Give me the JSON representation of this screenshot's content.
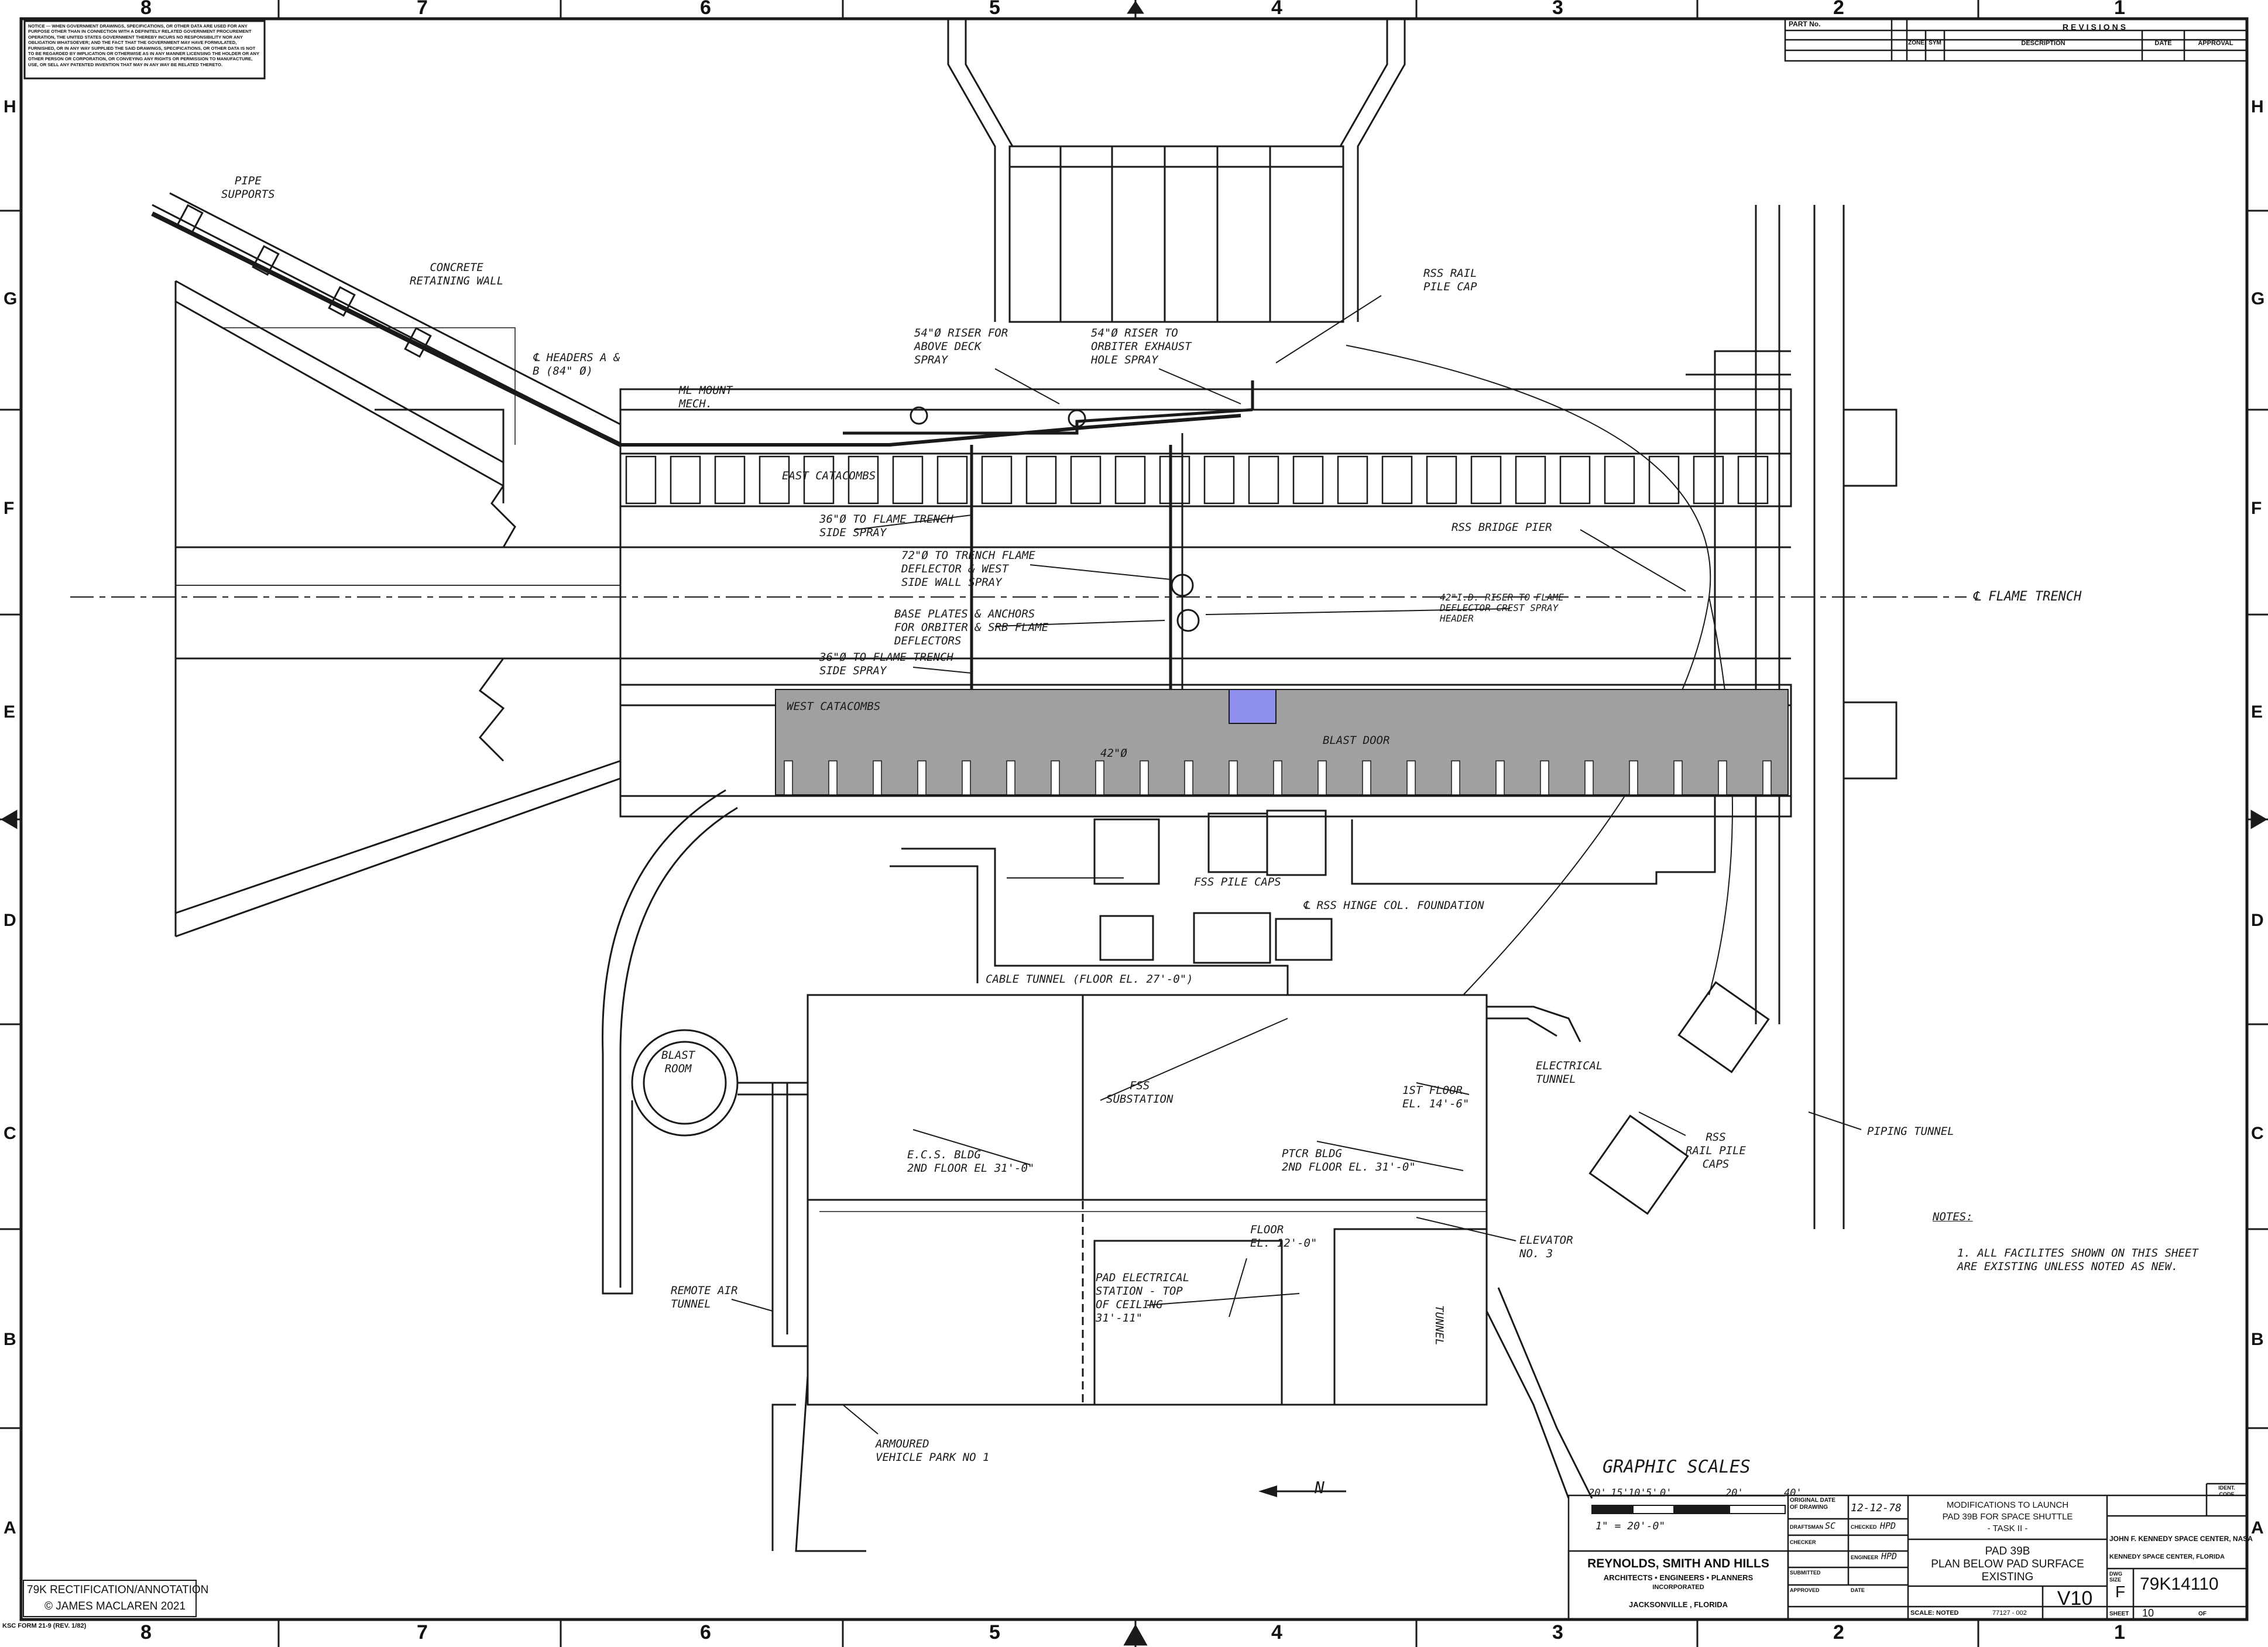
{
  "grid": {
    "columns": [
      "8",
      "7",
      "6",
      "5",
      "4",
      "3",
      "2",
      "1"
    ],
    "rows": [
      "H",
      "G",
      "F",
      "E",
      "D",
      "C",
      "B",
      "A"
    ]
  },
  "disclaimer": "NOTICE — WHEN GOVERNMENT DRAWINGS, SPECIFICATIONS, OR OTHER DATA ARE USED FOR ANY PURPOSE OTHER THAN IN CONNECTION WITH A DEFINITELY RELATED GOVERNMENT PROCUREMENT OPERATION, THE UNITED STATES GOVERNMENT THEREBY INCURS NO RESPONSIBILITY NOR ANY OBLIGATION WHATSOEVER; AND THE FACT THAT THE GOVERNMENT MAY HAVE FORMULATED, FURNISHED, OR IN ANY WAY SUPPLIED THE SAID DRAWINGS, SPECIFICATIONS, OR OTHER DATA IS NOT TO BE REGARDED BY IMPLICATION OR OTHERWISE AS IN ANY MANNER LICENSING THE HOLDER OR ANY OTHER PERSON OR CORPORATION, OR CONVEYING ANY RIGHTS OR PERMISSION TO MANUFACTURE, USE, OR SELL ANY PATENTED INVENTION THAT MAY IN ANY WAY BE RELATED THERETO.",
  "revisions": {
    "part_no": "PART No.",
    "title": "REVISIONS",
    "cols": [
      "ZONE",
      "SYM",
      "DESCRIPTION",
      "DATE",
      "APPROVAL"
    ]
  },
  "labels": {
    "pipe_supports": "PIPE\nSUPPORTS",
    "retaining_wall": "CONCRETE\nRETAINING WALL",
    "headers": "℄ HEADERS A &\nB (84\" Ø)",
    "ml_mount": "ML MOUNT\nMECH.",
    "riser_above_deck": "54\"Ø RISER FOR\nABOVE DECK\nSPRAY",
    "riser_orbiter": "54\"Ø RISER TO\nORBITER EXHAUST\nHOLE SPRAY",
    "rss_rail_pile_cap": "RSS RAIL\nPILE CAP",
    "east_catacombs": "EAST CATACOMBS",
    "flame_trench_side_spray_1": "36\"Ø TO FLAME TRENCH\nSIDE SPRAY",
    "deflector_spray": "72\"Ø TO TRENCH FLAME\nDEFLECTOR & WEST\nSIDE WALL SPRAY",
    "base_plates": "BASE PLATES & ANCHORS\nFOR ORBITER & SRB FLAME\nDEFLECTORS",
    "flame_trench_side_spray_2": "36\"Ø TO FLAME TRENCH\nSIDE SPRAY",
    "rss_bridge_pier": "RSS BRIDGE PIER",
    "riser_crest": "42\"I.D. RISER TO FLAME\nDEFLECTOR CREST SPRAY\nHEADER",
    "flame_trench": "℄ FLAME TRENCH",
    "west_catacombs": "WEST CATACOMBS",
    "dia_42": "42\"Ø",
    "blast_door": "BLAST DOOR",
    "fss_pile_caps": "FSS PILE CAPS",
    "rss_hinge": "℄ RSS HINGE COL. FOUNDATION",
    "cable_tunnel": "CABLE TUNNEL (FLOOR EL. 27'-0\")",
    "blast_room": "BLAST\nROOM",
    "fss_substation": "FSS\nSUBSTATION",
    "first_floor": "1st FLOOR\nEL. 14'-6\"",
    "electrical_tunnel": "ELECTRICAL\nTUNNEL",
    "ecs_bldg": "E.C.S. BLDG\n2nd FLOOR EL 31'-0\"",
    "ptcr_bldg": "PTCR BLDG\n2nd FLOOR EL. 31'-0\"",
    "rss_rail_pile_caps": "RSS\nRAIL PILE\nCAPS",
    "piping_tunnel": "PIPING TUNNEL",
    "floor_el": "FLOOR\nEL. 12'-0\"",
    "elevator": "ELEVATOR\nNo. 3",
    "pad_electrical": "PAD ELECTRICAL\nSTATION - TOP\nOF CEILING\n31'-11\"",
    "remote_air_tunnel": "REMOTE AIR\nTUNNEL",
    "tunnel": "TUNNEL",
    "armoured_vehicle": "ARMOURED\nVEHICLE PARK No 1",
    "notes_title": "NOTES:",
    "notes_body": "1. ALL FACILITES SHOWN ON THIS SHEET\n   ARE EXISTING UNLESS NOTED AS NEW.",
    "north": "N"
  },
  "scale": {
    "title": "GRAPHIC SCALES",
    "ticks": [
      "20'",
      "15'",
      "10'",
      "5'",
      "0'",
      "20'",
      "40'"
    ],
    "ratio": "1\" = 20'-0\""
  },
  "title_block": {
    "firm_name": "REYNOLDS, SMITH AND HILLS",
    "firm_sub": "ARCHITECTS • ENGINEERS • PLANNERS",
    "firm_inc": "INCORPORATED",
    "firm_city": "JACKSONVILLE , FLORIDA",
    "original_date_label": "ORIGINAL DATE\nOF DRAWING",
    "original_date": "12-12-78",
    "draftsman_label": "DRAFTSMAN",
    "draftsman": "SC",
    "checked_label": "CHECKED",
    "checked": "HPD",
    "checker_label": "CHECKER",
    "engineer_label": "ENGINEER",
    "engineer": "HPD",
    "submitted_label": "SUBMITTED",
    "approved_label": "APPROVED",
    "date_label": "DATE",
    "mod_title": "MODIFICATIONS TO LAUNCH\nPAD 39B FOR SPACE SHUTTLE\n- TASK II -",
    "sheet_title": "PAD 39B\nPLAN BELOW PAD SURFACE\nEXISTING",
    "scale_label": "SCALE: NOTED",
    "job_no": "77127 - 002",
    "sheet_code": "V10",
    "center": "JOHN F. KENNEDY SPACE CENTER, NASA",
    "center_2": "KENNEDY SPACE CENTER, FLORIDA",
    "dwg_size_label": "DWG\nSIZE",
    "dwg_size": "F",
    "dwg_no": "79K14110",
    "ident_label": "IDENT.\nCODE",
    "sheet_label": "SHEET",
    "sheet_no": "10",
    "of_label": "OF"
  },
  "annotation": {
    "line1": "79K RECTIFICATION/ANNOTATION",
    "line2": "© JAMES MACLAREN 2021"
  },
  "form_no": "KSC FORM 21-9 (REV. 1/82)",
  "colors": {
    "ink": "#1a1a1a",
    "catacomb_fill": "#a0a0a0",
    "highlight": "#8f8ff0"
  }
}
